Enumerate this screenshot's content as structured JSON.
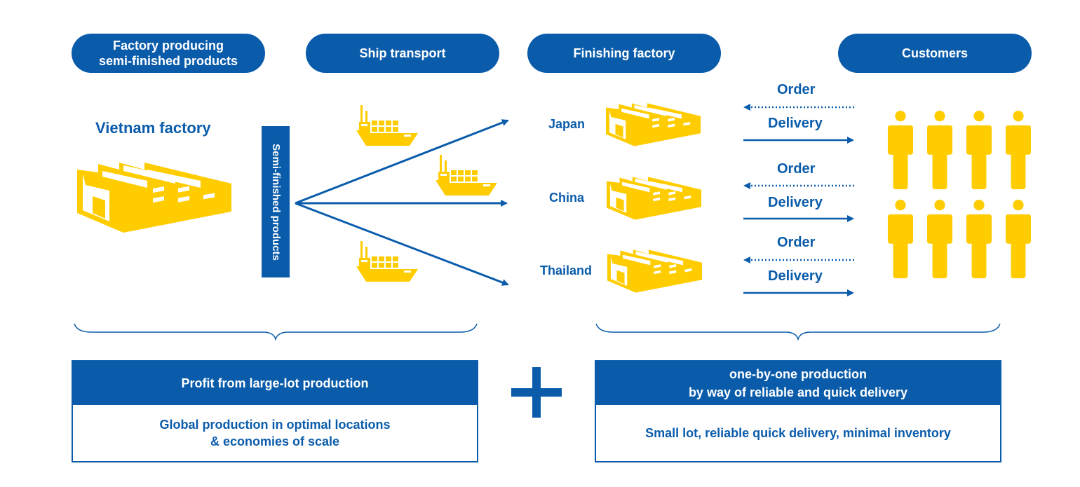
{
  "headers": {
    "factory": "Factory producing\nsemi-finished products",
    "ship": "Ship transport",
    "finishing": "Finishing factory",
    "customers": "Customers"
  },
  "source": {
    "name": "Vietnam factory",
    "product_label": "Semi-finished products"
  },
  "destinations": [
    {
      "country": "Japan",
      "order_label": "Order",
      "delivery_label": "Delivery"
    },
    {
      "country": "China",
      "order_label": "Order",
      "delivery_label": "Delivery"
    },
    {
      "country": "Thailand",
      "order_label": "Order",
      "delivery_label": "Delivery"
    }
  ],
  "customers_count": 8,
  "summary": {
    "left": {
      "title": "Profit from large-lot production",
      "body": "Global production in optimal locations\n& economies of scale"
    },
    "right": {
      "title": "one-by-one production\nby way of reliable and quick delivery",
      "body": "Small lot, reliable quick delivery, minimal inventory"
    },
    "operator": "+"
  },
  "colors": {
    "primary_blue": "#0a5cab",
    "accent_yellow": "#ffcc00"
  }
}
